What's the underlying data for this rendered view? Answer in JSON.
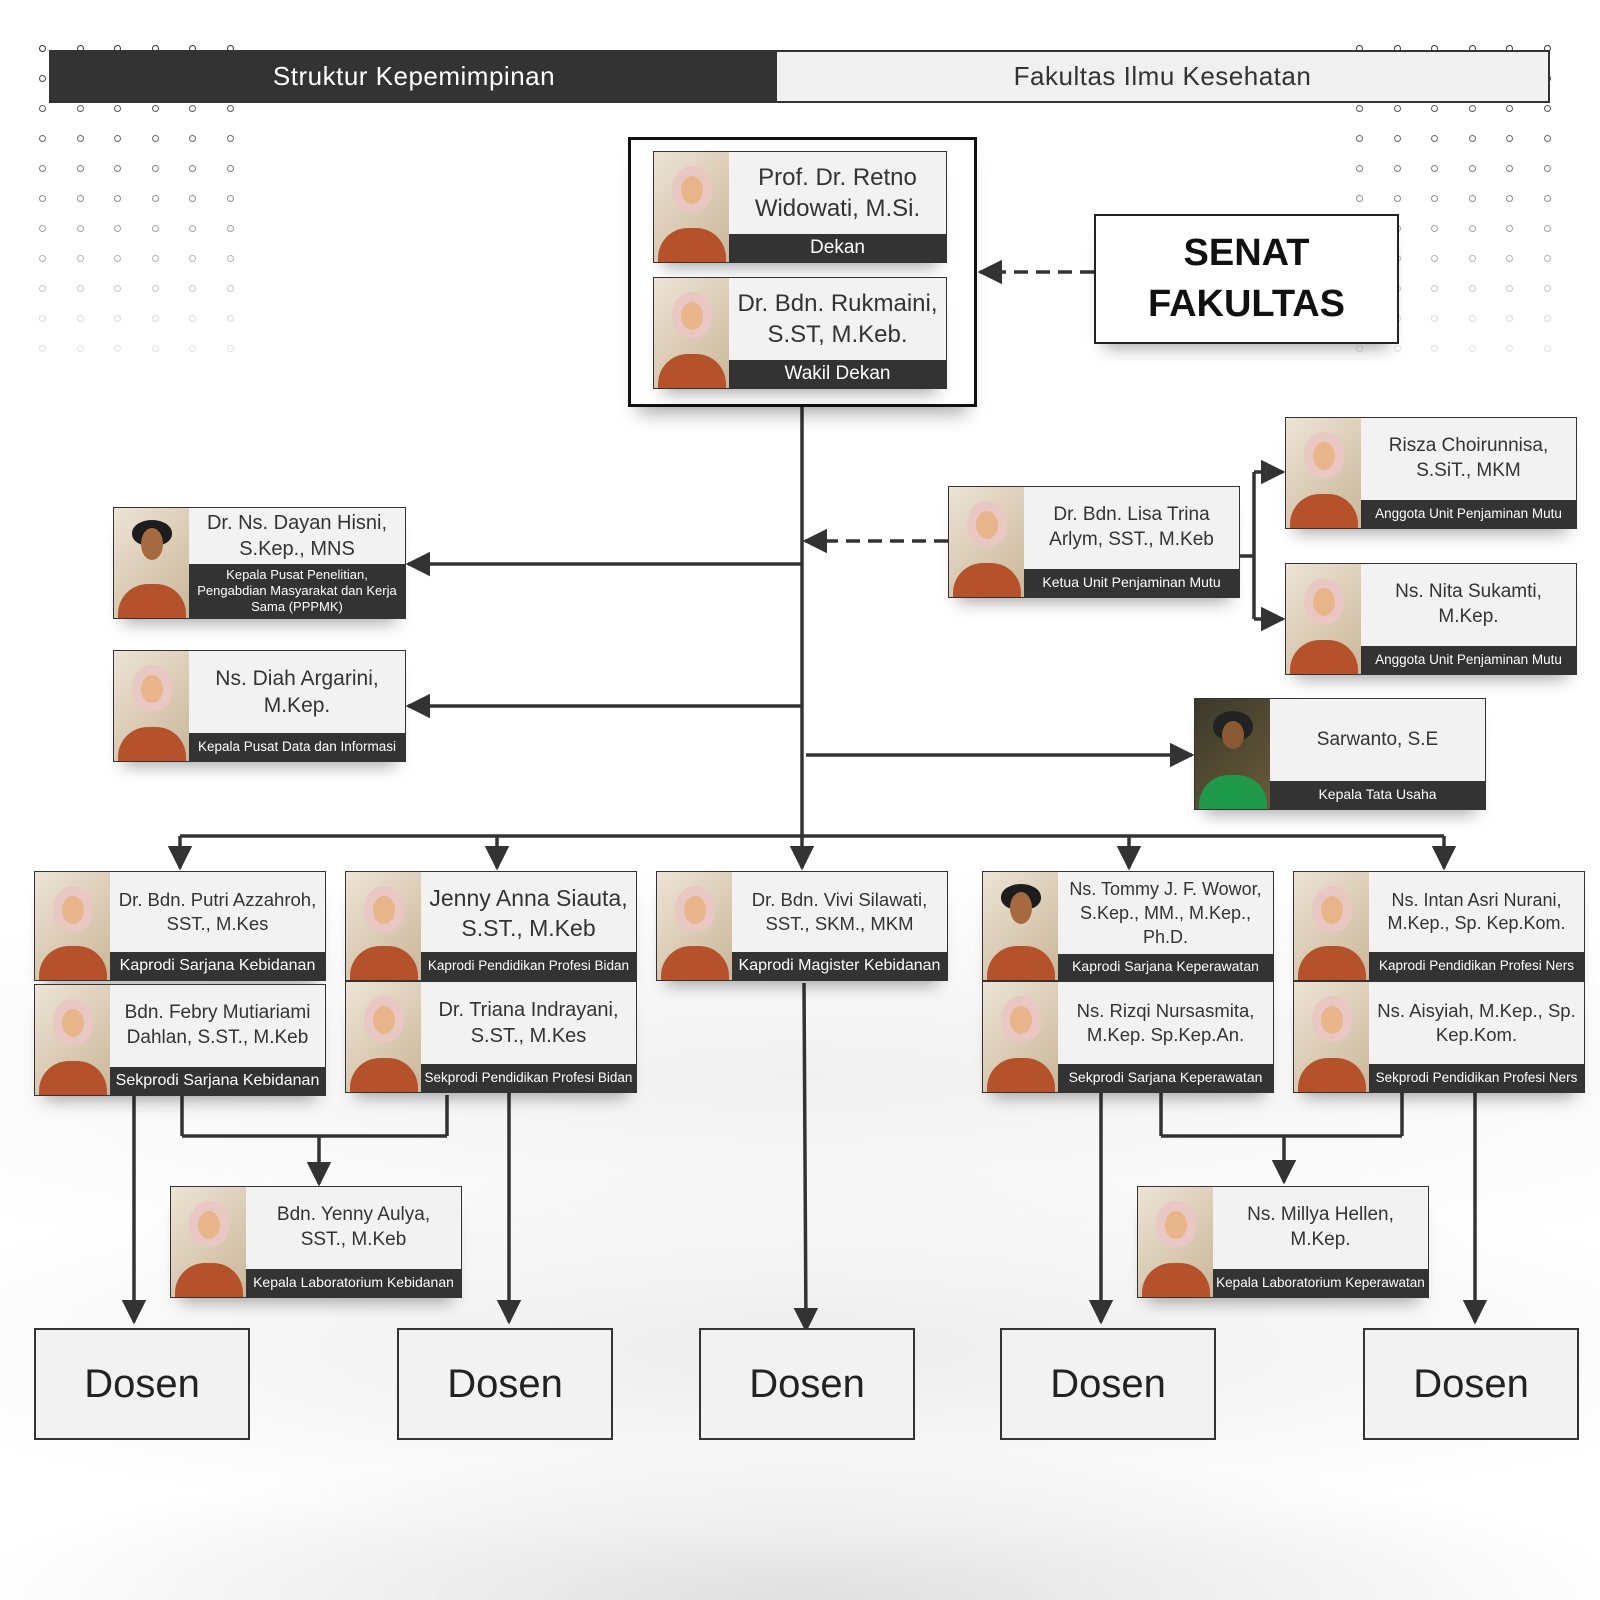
{
  "header": {
    "left_title": "Struktur Kepemimpinan",
    "right_title": "Fakultas Ilmu Kesehatan"
  },
  "senat": {
    "line1": "SENAT",
    "line2": "FAKULTAS"
  },
  "leaders": {
    "dekan": {
      "name": "Prof. Dr. Retno Widowati, M.Si.",
      "role": "Dekan"
    },
    "wakil": {
      "name": "Dr. Bdn. Rukmaini, S.ST, M.Keb.",
      "role": "Wakil Dekan"
    }
  },
  "units": {
    "pppmk": {
      "name": "Dr. Ns. Dayan Hisni, S.Kep., MNS",
      "role": "Kepala Pusat Penelitian, Pengabdian Masyarakat dan Kerja Sama (PPPMK)"
    },
    "pdi": {
      "name": "Ns. Diah Argarini, M.Kep.",
      "role": "Kepala Pusat Data dan Informasi"
    },
    "upm_ketua": {
      "name": "Dr. Bdn. Lisa Trina Arlym, SST., M.Keb",
      "role": "Ketua Unit Penjaminan Mutu"
    },
    "upm_anggota1": {
      "name": "Risza Choirunnisa, S.SiT., MKM",
      "role": "Anggota Unit Penjaminan Mutu"
    },
    "upm_anggota2": {
      "name": "Ns. Nita Sukamti, M.Kep.",
      "role": "Anggota Unit Penjaminan Mutu"
    },
    "tata_usaha": {
      "name": "Sarwanto, S.E",
      "role": "Kepala Tata Usaha"
    }
  },
  "prodi": {
    "kaprodi_sk": {
      "name": "Dr. Bdn. Putri Azzahroh, SST., M.Kes",
      "role": "Kaprodi Sarjana Kebidanan"
    },
    "sekprodi_sk": {
      "name": "Bdn. Febry Mutiariami Dahlan, S.ST., M.Keb",
      "role": "Sekprodi Sarjana Kebidanan"
    },
    "kaprodi_ppb": {
      "name": "Jenny Anna Siauta, S.ST., M.Keb",
      "role": "Kaprodi Pendidikan Profesi Bidan"
    },
    "sekprodi_ppb": {
      "name": "Dr. Triana Indrayani, S.ST., M.Kes",
      "role": "Sekprodi Pendidikan Profesi Bidan"
    },
    "kaprodi_mk": {
      "name": "Dr. Bdn. Vivi Silawati, SST., SKM., MKM",
      "role": "Kaprodi Magister Kebidanan"
    },
    "kaprodi_skp": {
      "name": "Ns. Tommy J. F. Wowor, S.Kep., MM., M.Kep., Ph.D.",
      "role": "Kaprodi Sarjana Keperawatan"
    },
    "sekprodi_skp": {
      "name": "Ns. Rizqi Nursasmita, M.Kep. Sp.Kep.An.",
      "role": "Sekprodi Sarjana Keperawatan"
    },
    "kaprodi_ppn": {
      "name": "Ns. Intan Asri Nurani, M.Kep., Sp. Kep.Kom.",
      "role": "Kaprodi Pendidikan Profesi Ners"
    },
    "sekprodi_ppn": {
      "name": "Ns. Aisyiah, M.Kep., Sp. Kep.Kom.",
      "role": "Sekprodi Pendidikan Profesi Ners"
    },
    "lab_keb": {
      "name": "Bdn. Yenny Aulya, SST., M.Keb",
      "role": "Kepala Laboratorium Kebidanan"
    },
    "lab_kep": {
      "name": "Ns. Millya Hellen, M.Kep.",
      "role": "Kepala Laboratorium Keperawatan"
    }
  },
  "dosen": [
    "Dosen",
    "Dosen",
    "Dosen",
    "Dosen",
    "Dosen"
  ]
}
